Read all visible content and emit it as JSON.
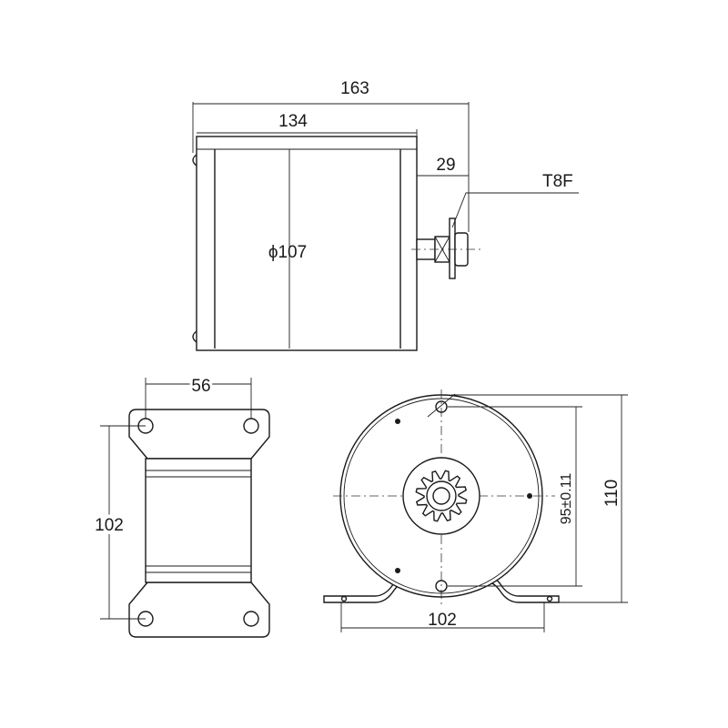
{
  "dimensions": {
    "overall_length": "163",
    "body_length": "134",
    "shaft_extension": "29",
    "sprocket_callout": "T8F",
    "body_diameter": "ϕ107",
    "bolt_spacing_top": "56",
    "base_length": "102",
    "mount_width": "102",
    "hole_spacing": "95±0.11",
    "overall_height": "110"
  }
}
